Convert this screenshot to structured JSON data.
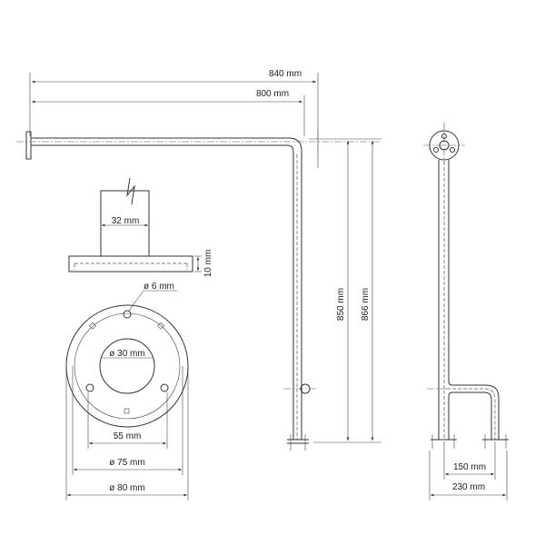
{
  "dimensions": {
    "total_width": "840 mm",
    "bar_length": "800 mm",
    "tube_diameter": "32 mm",
    "plate_thickness": "10 mm",
    "screw_hole": "ø 6 mm",
    "inner_hole": "ø 30 mm",
    "hole_spacing": "55 mm",
    "bolt_circle": "ø 75 mm",
    "plate_diameter": "ø 80 mm",
    "height_850": "850 mm",
    "height_866": "866 mm",
    "leg_spacing": "150 mm",
    "depth": "230 mm"
  }
}
